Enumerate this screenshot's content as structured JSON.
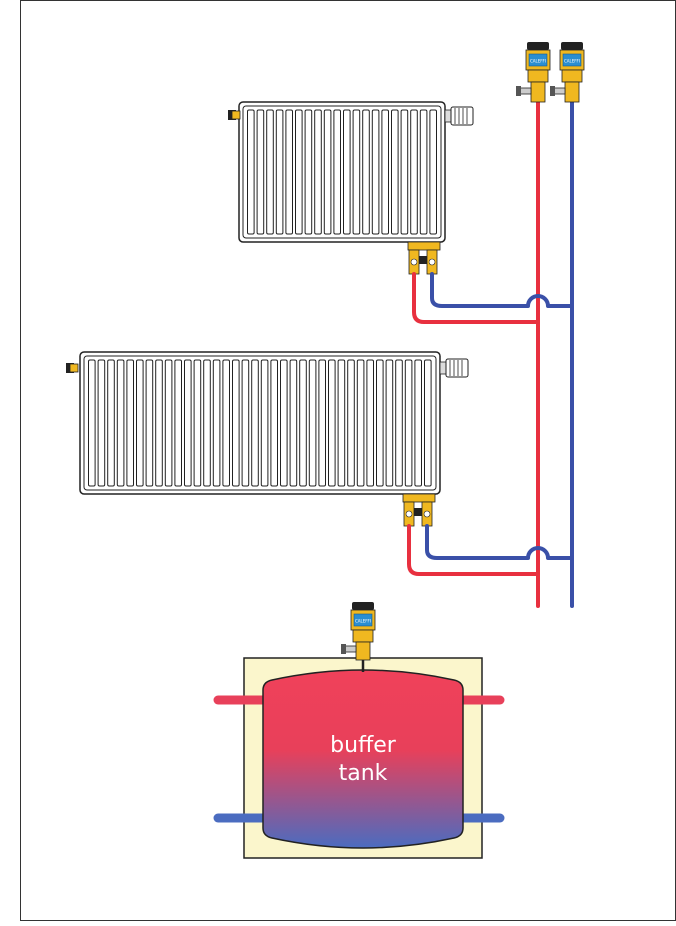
{
  "tank": {
    "label_line1": "buffer",
    "label_line2": "tank"
  },
  "vent": {
    "badge_text": "CALEFFI"
  },
  "colors": {
    "hot_pipe": "#e8303f",
    "cold_pipe": "#3a50a8",
    "tank_top": "#f0415a",
    "tank_bottom": "#4b6cc0",
    "insulation": "#fbf6cc",
    "brass": "#f0b820",
    "vent_badge": "#2a8ed1"
  }
}
